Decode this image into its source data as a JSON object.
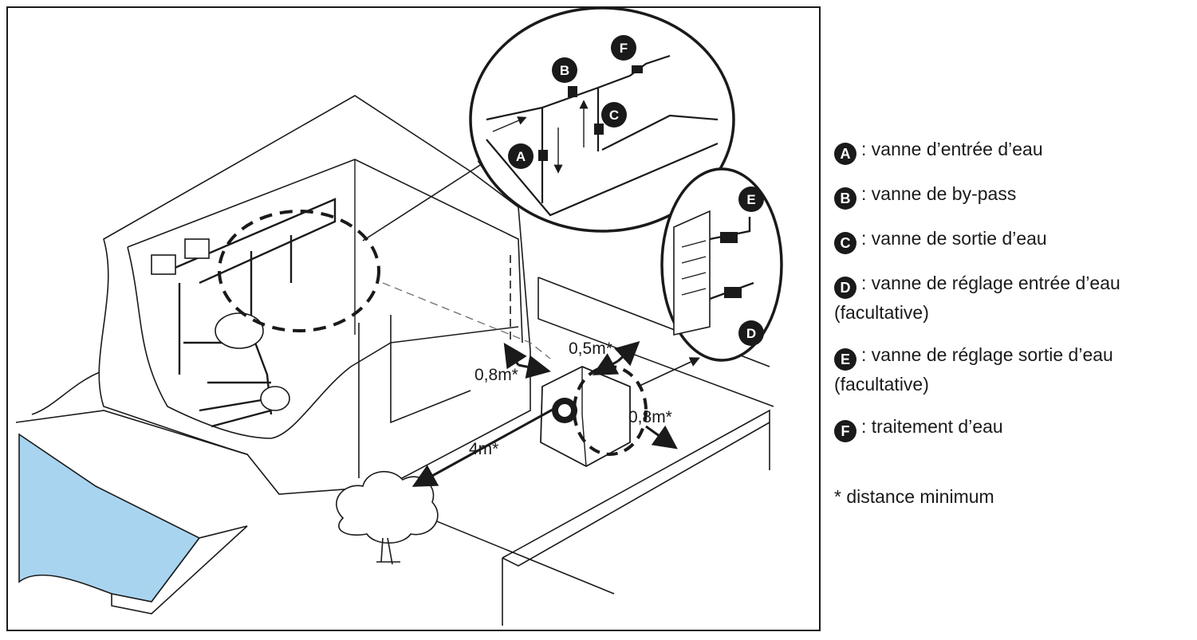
{
  "distances": {
    "right_clearance": "0,5m*",
    "back_clearance": "0,8m*",
    "side_clearance": "0,8m*",
    "front_clearance": "4m*"
  },
  "callouts": {
    "a": "A",
    "b": "B",
    "c": "C",
    "d": "D",
    "e": "E",
    "f": "F"
  },
  "legend": {
    "items": [
      {
        "badge": "A",
        "text": ": vanne d’entrée d’eau"
      },
      {
        "badge": "B",
        "text": ": vanne de by-pass"
      },
      {
        "badge": "C",
        "text": ": vanne de sortie d’eau"
      },
      {
        "badge": "D",
        "text": ": vanne de réglage entrée d’eau",
        "text2": "(facultative)"
      },
      {
        "badge": "E",
        "text": ": vanne de réglage sortie d’eau",
        "text2": "(facultative)"
      },
      {
        "badge": "F",
        "text": ": traitement d’eau"
      }
    ],
    "note": "* distance minimum"
  },
  "colors": {
    "ink": "#1a1a1a",
    "pool_water": "#a9d4ef",
    "background": "#ffffff"
  }
}
